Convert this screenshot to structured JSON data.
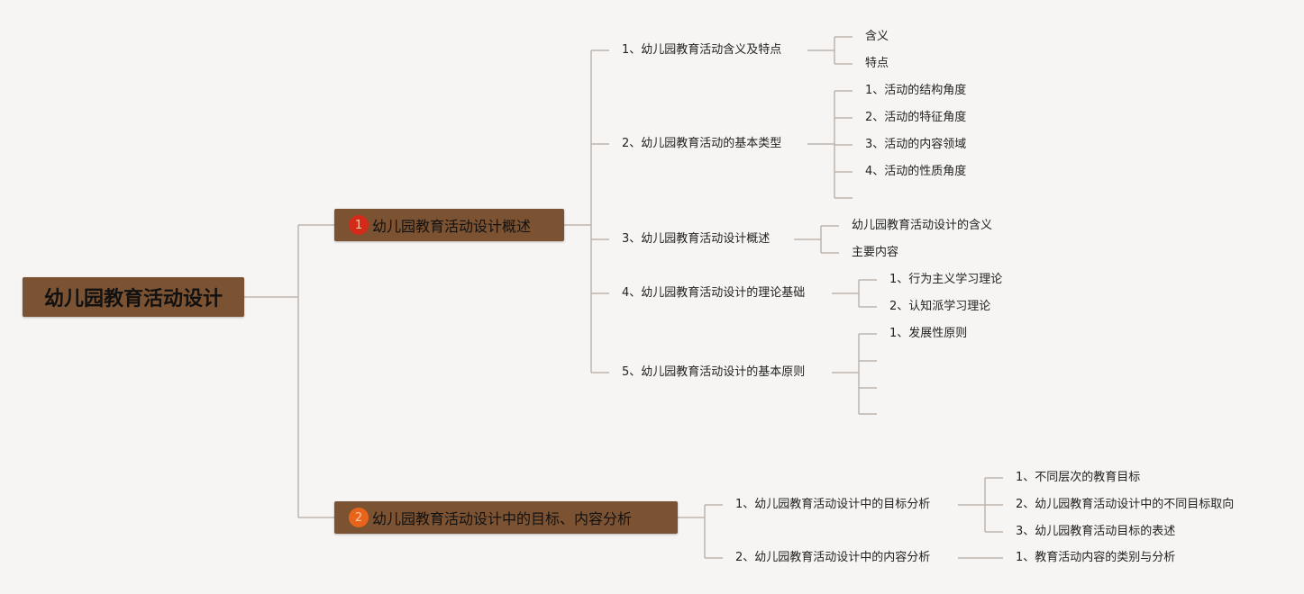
{
  "root": {
    "label": "幼儿园教育活动设计"
  },
  "branches": [
    {
      "number": "1",
      "number_color": "#d42a1a",
      "label": "幼儿园教育活动设计概述",
      "children": [
        {
          "label": "1、幼儿园教育活动含义及特点",
          "children": [
            "含义",
            "特点"
          ]
        },
        {
          "label": "2、幼儿园教育活动的基本类型",
          "children": [
            "1、活动的结构角度",
            "2、活动的特征角度",
            "3、活动的内容领域",
            "4、活动的性质角度",
            ""
          ]
        },
        {
          "label": "3、幼儿园教育活动设计概述",
          "children": [
            "幼儿园教育活动设计的含义",
            "主要内容"
          ]
        },
        {
          "label": "4、幼儿园教育活动设计的理论基础",
          "children": [
            "1、行为主义学习理论",
            "2、认知派学习理论"
          ]
        },
        {
          "label": "5、幼儿园教育活动设计的基本原则",
          "children": [
            "1、发展性原则",
            "",
            "",
            ""
          ]
        }
      ]
    },
    {
      "number": "2",
      "number_color": "#e8641b",
      "label": "幼儿园教育活动设计中的目标、内容分析",
      "children": [
        {
          "label": "1、幼儿园教育活动设计中的目标分析",
          "children": [
            "1、不同层次的教育目标",
            "2、幼儿园教育活动设计中的不同目标取向",
            "3、幼儿园教育活动目标的表述"
          ]
        },
        {
          "label": "2、幼儿园教育活动设计中的内容分析",
          "children": [
            "1、教育活动内容的类别与分析"
          ]
        }
      ]
    }
  ],
  "colors": {
    "background": "#f7f5f3",
    "node_fill": "#7b5232",
    "connector": "#bdb3ad"
  }
}
